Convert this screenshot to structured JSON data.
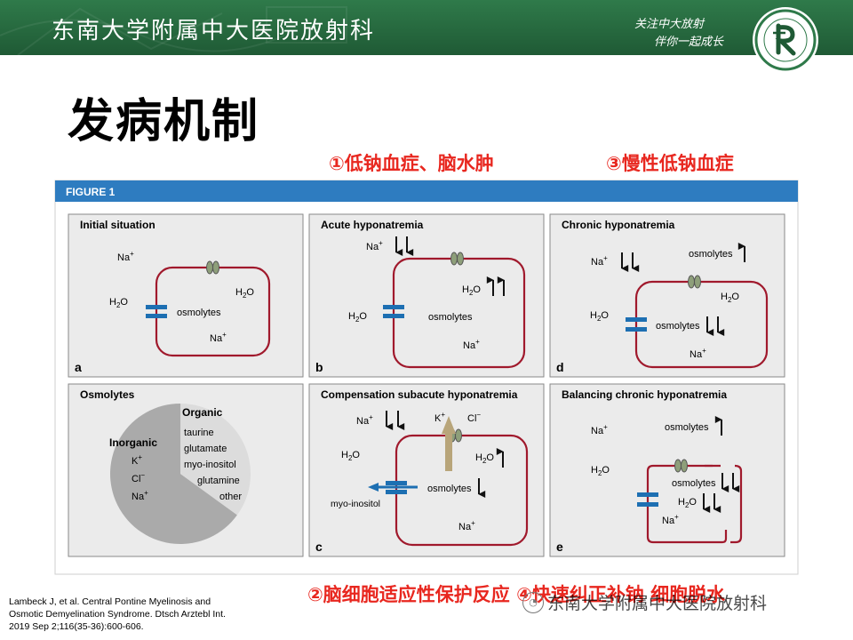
{
  "header": {
    "title": "东南大学附属中大医院放射科",
    "slogan_line1": "关注中大放射",
    "slogan_line2": "伴你一起成长"
  },
  "logo": {
    "icon": "hospital-seal-logo"
  },
  "page_title": "发病机制",
  "annotations": {
    "top_left": "①低钠血症、脑水肿",
    "top_right": "③慢性低钠血症",
    "bottom": "②脑细胞适应性保护反应 ④快速纠正补钠 细胞脱水"
  },
  "figure": {
    "label": "FIGURE 1",
    "panels": {
      "a": {
        "title": "Initial situation",
        "letter": "a",
        "na": "Na",
        "sup_plus": "+",
        "h2o_out": "H",
        "h2o_in": "H",
        "osmolytes": "osmolytes",
        "na_in": "Na"
      },
      "b": {
        "title": "Acute hyponatremia",
        "letter": "b",
        "na": "Na",
        "h2o_out": "H",
        "h2o_in": "H",
        "osmolytes": "osmolytes",
        "na_in": "Na"
      },
      "d": {
        "title": "Chronic hyponatremia",
        "letter": "d",
        "na": "Na",
        "osmolytes_out": "osmolytes",
        "h2o_out": "H",
        "h2o_in": "H",
        "osmolytes": "osmolytes",
        "na_in": "Na"
      },
      "pie": {
        "title": "Osmolytes",
        "organic_label": "Organic",
        "organic_items": [
          "taurine",
          "glutamate",
          "myo-inositol",
          "glutamine",
          "other"
        ],
        "inorganic_label": "Inorganic",
        "inorganic_items": [
          "K",
          "Cl",
          "Na"
        ],
        "organic_fraction": 0.35
      },
      "c": {
        "title": "Compensation subacute hyponatremia",
        "letter": "c",
        "na": "Na",
        "k": "K",
        "cl": "Cl",
        "h2o_out": "H",
        "h2o_in": "H",
        "osmolytes": "osmolytes",
        "myo": "myo-inositol",
        "na_in": "Na"
      },
      "e": {
        "title": "Balancing chronic hyponatremia",
        "letter": "e",
        "na": "Na",
        "osmolytes_out": "osmolytes",
        "h2o_out": "H",
        "osmolytes": "osmolytes",
        "h2o_in": "H",
        "na_in": "Na"
      }
    }
  },
  "reference": {
    "line1": "Lambeck J, et al. Central Pontine Myelinosis and",
    "line2": "Osmotic Demyelination Syndrome. Dtsch Arztebl Int.",
    "line3": "2019 Sep 2;116(35-36):600-606."
  },
  "watermark": "东南大学附属中大医院放射科"
}
